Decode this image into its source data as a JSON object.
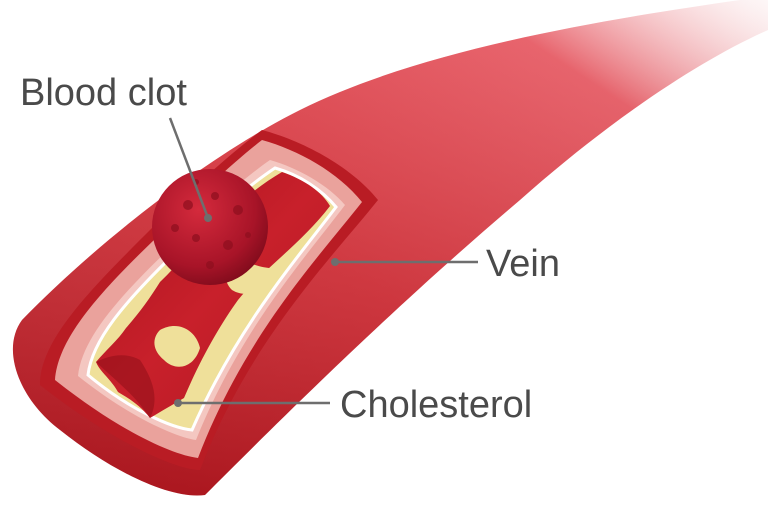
{
  "labels": {
    "blood_clot": "Blood clot",
    "vein": "Vein",
    "cholesterol": "Cholesterol"
  },
  "colors": {
    "vessel_outer": "#d0262e",
    "vessel_dark": "#a9151c",
    "vessel_wall_inner": "#eca7a1",
    "vessel_wall_light": "#f5c9c4",
    "lumen": "#c41e2a",
    "lumen_dark": "#8f0f17",
    "cholesterol": "#efe19a",
    "clot": "#b3162a",
    "leader_line": "#6e6e6e",
    "label_text": "#4a4a4a"
  }
}
